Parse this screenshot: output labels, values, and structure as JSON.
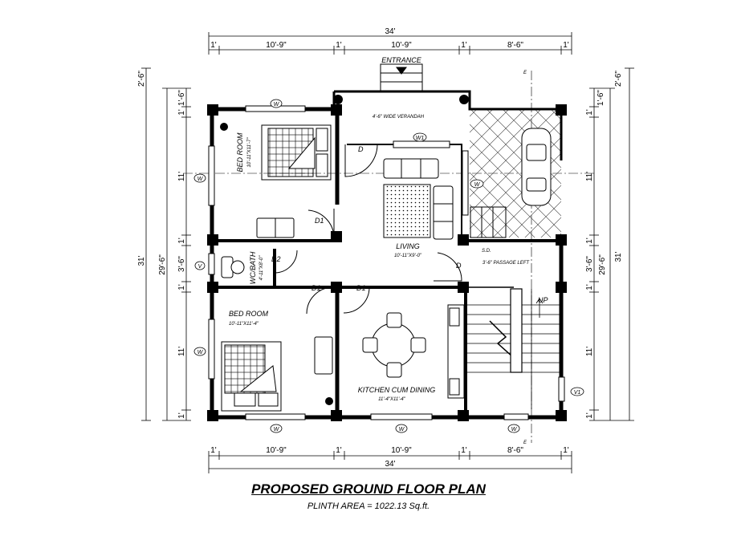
{
  "title": "PROPOSED GROUND FLOOR PLAN",
  "subtitle": "PLINTH AREA = 1022.13 Sq.ft.",
  "entrance": "ENTRANCE",
  "rooms": {
    "bed1": {
      "name": "BED ROOM",
      "size": "10'-11\"X11'-7\""
    },
    "bed2": {
      "name": "BED ROOM",
      "size": "10'-11\"X11'-4\""
    },
    "living": {
      "name": "LIVING",
      "size": "10'-11\"X9'-0\""
    },
    "kitchen": {
      "name": "KITCHEN CUM DINING",
      "size": "11'-4\"X11'-4\""
    },
    "wcbath": {
      "name": "WC/BATH",
      "size": "4'-11\"X8'-0\""
    },
    "verandah": {
      "name": "4'-6\" WIDE VERANDAH"
    },
    "passage": {
      "name": "3'-6\" PASSAGE LEFT"
    },
    "sd": "S.D.",
    "up": "UP"
  },
  "openings": {
    "window": "W",
    "window1": "W1",
    "door": "D",
    "door1": "D1",
    "door2": "D2",
    "v": "V",
    "v1": "V1"
  },
  "section_mark": "E",
  "dims": {
    "total_width": "34'",
    "top_segments": [
      "1'",
      "10'-9\"",
      "1'",
      "10'-9\"",
      "1'",
      "8'-6\"",
      "1'"
    ],
    "bottom_segments": [
      "1'",
      "10'-9\"",
      "1'",
      "10'-9\"",
      "1'",
      "8'-6\"",
      "1'"
    ],
    "total_depth": "31'",
    "left_outer_top": "2'-6\"",
    "left_mid": "29'-6\"",
    "left_inner": [
      "1'-6\"",
      "1'",
      "11'",
      "1'",
      "3'-6\"",
      "1'",
      "11'",
      "1'"
    ],
    "right_outer_top": "2'-6\"",
    "right_mid": "29'-6\"",
    "right_inner": [
      "1'-6\"",
      "1'",
      "11'",
      "1'",
      "3'-6\"",
      "1'",
      "11'",
      "1'"
    ]
  }
}
